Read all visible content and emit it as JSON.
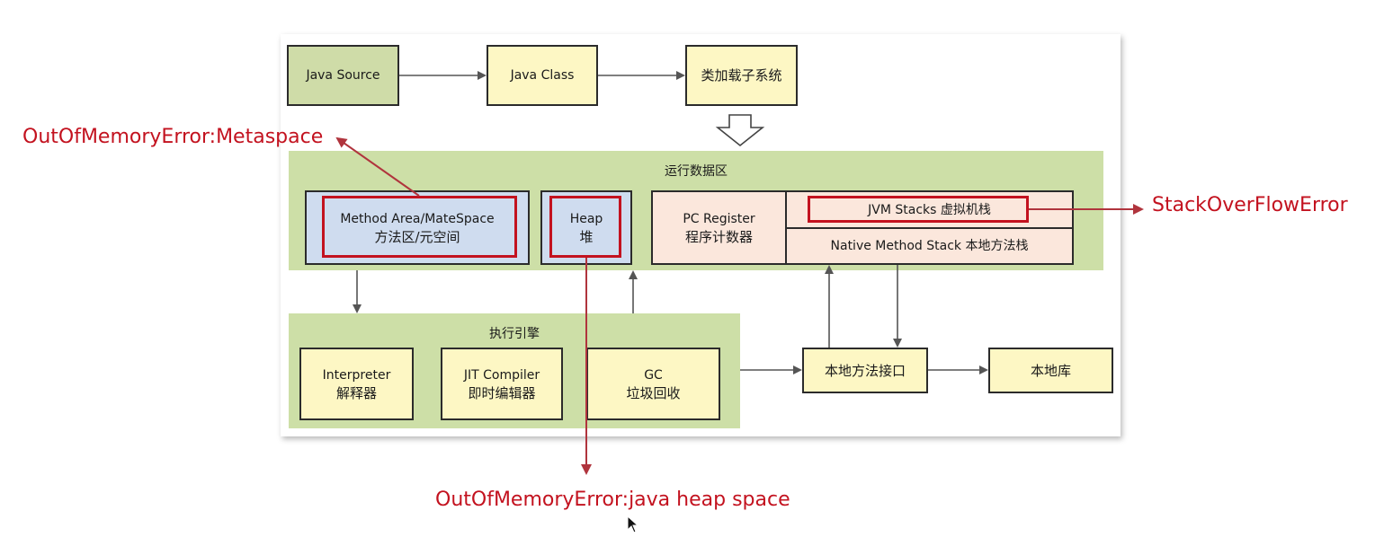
{
  "pipeline": {
    "java_source": "Java Source",
    "java_class": "Java Class",
    "class_loader": "类加载子系统"
  },
  "runtime_data_area": {
    "title": "运行数据区",
    "method_area": {
      "line1": "Method Area/MateSpace",
      "line2": "方法区/元空间"
    },
    "heap": {
      "line1": "Heap",
      "line2": "堆"
    },
    "pc_register": {
      "line1": "PC Register",
      "line2": "程序计数器"
    },
    "jvm_stacks": "JVM Stacks 虚拟机栈",
    "native_method_stack": "Native Method Stack 本地方法栈"
  },
  "execution_engine": {
    "title": "执行引擎",
    "interpreter": {
      "line1": "Interpreter",
      "line2": "解释器"
    },
    "jit": {
      "line1": "JIT Compiler",
      "line2": "即时编辑器"
    },
    "gc": {
      "line1": "GC",
      "line2": "垃圾回收"
    }
  },
  "native_interface": "本地方法接口",
  "native_library": "本地库",
  "errors": {
    "metaspace": "OutOfMemoryError:Metaspace",
    "stack": "StackOverFlowError",
    "heap": "OutOfMemoryError:java heap space"
  },
  "colors": {
    "region_green": "#cddfa7",
    "source_green": "#cfdca8",
    "yellow": "#fdf7c4",
    "blue": "#cfdcef",
    "pink": "#fbe7dc",
    "error_red": "#c3121f"
  }
}
